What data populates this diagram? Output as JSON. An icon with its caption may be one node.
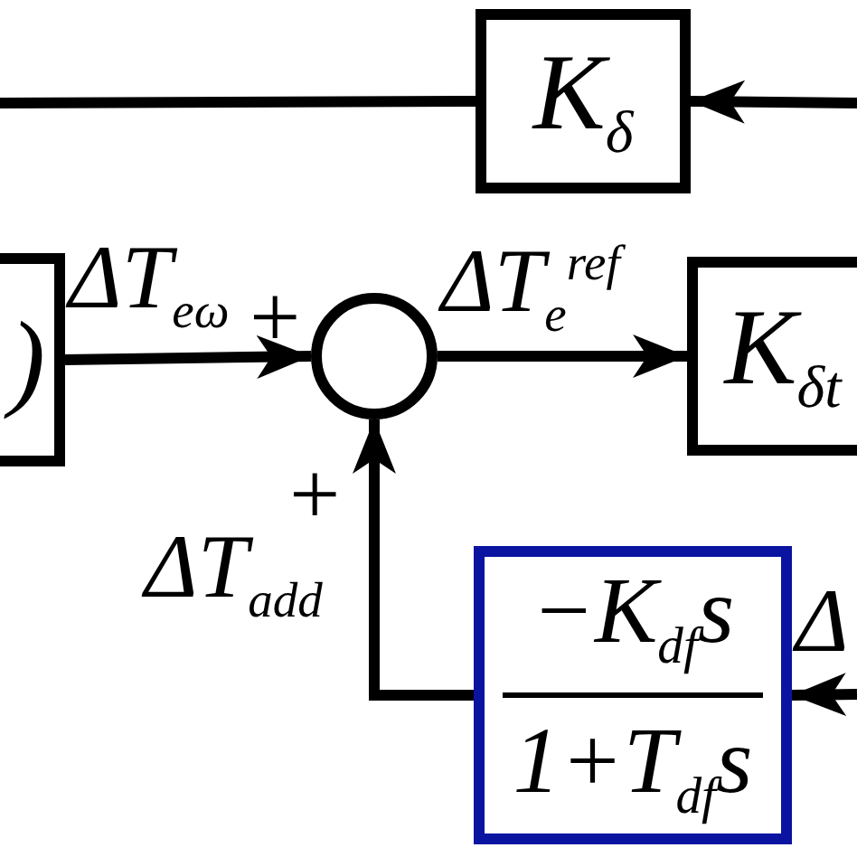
{
  "diagram": {
    "nodes": [
      {
        "text": [
          "K$_{δ}$"
        ]
      },
      {
        "text": [
          ")"
        ]
      },
      {
        "text": [],
        "shape": "circle"
      },
      {
        "text": [
          "K$_{δt}$"
        ]
      },
      {
        "text": [
          "−K$_{df}$s",
          "1+T$_{df}$s"
        ]
      }
    ],
    "edges": [
      {
        "from": null,
        "to": 0,
        "arrow": "to"
      },
      {
        "from": 0,
        "to": null,
        "arrow": "none"
      },
      {
        "from": 1,
        "to": 2,
        "arrow": "to",
        "label": "ΔT$_{eω}$"
      },
      {
        "from": 2,
        "to": 3,
        "arrow": "to",
        "label": "ΔT$_{e}$$^{ref}$"
      },
      {
        "from": null,
        "to": 4,
        "arrow": "to",
        "label": "Δ"
      },
      {
        "from": 4,
        "to": 2,
        "arrow": "to",
        "label": "ΔT$_{add}$"
      }
    ],
    "labels": [
      "+",
      "+"
    ]
  }
}
